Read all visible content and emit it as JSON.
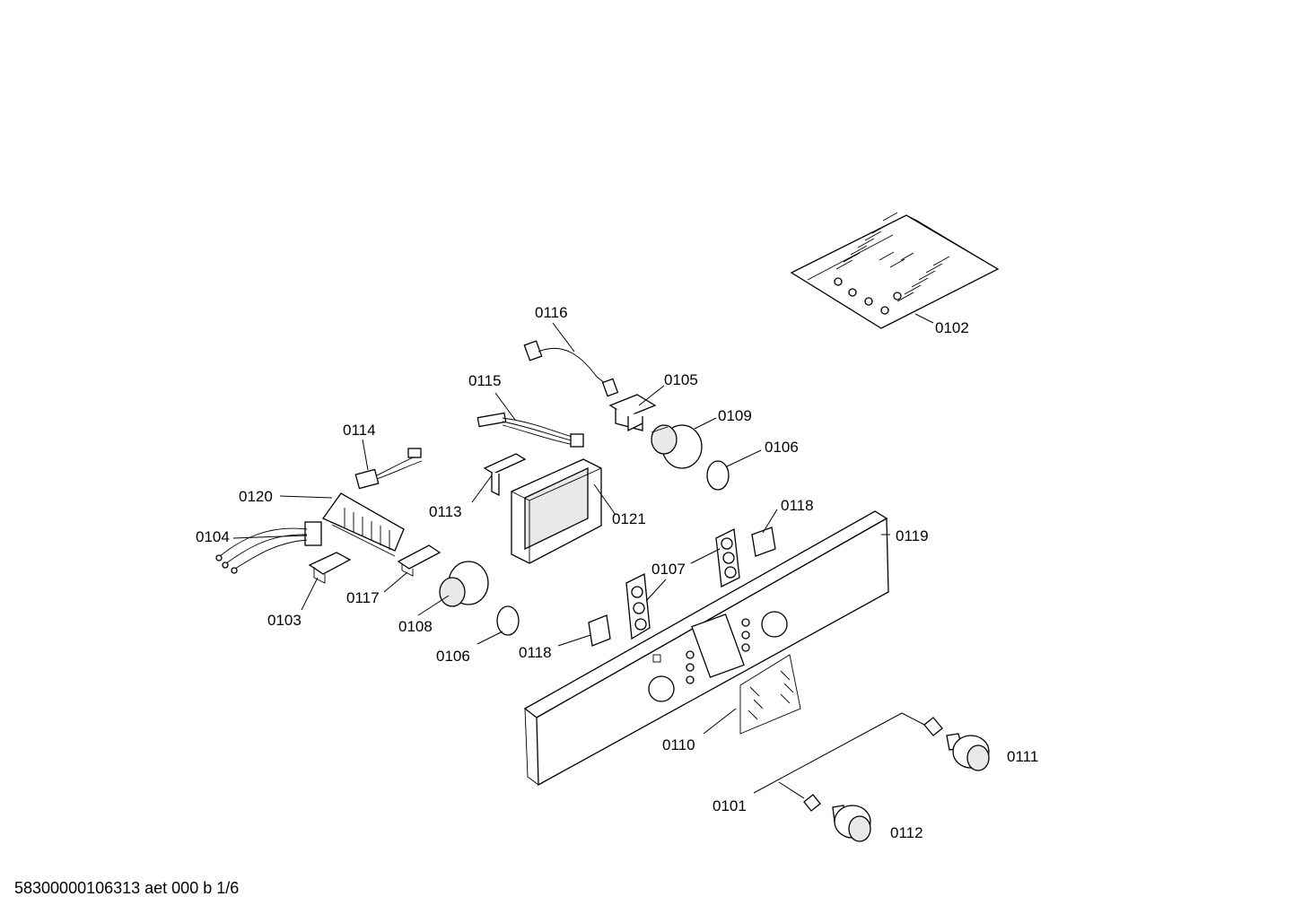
{
  "diagram": {
    "labels": {
      "p0101": "0101",
      "p0102": "0102",
      "p0103": "0103",
      "p0104": "0104",
      "p0105": "0105",
      "p0106a": "0106",
      "p0106b": "0106",
      "p0107": "0107",
      "p0108": "0108",
      "p0109": "0109",
      "p0110": "0110",
      "p0111": "0111",
      "p0112": "0112",
      "p0113": "0113",
      "p0114": "0114",
      "p0115": "0115",
      "p0116": "0116",
      "p0117": "0117",
      "p0118a": "0118",
      "p0118b": "0118",
      "p0119": "0119",
      "p0120": "0120",
      "p0121": "0121"
    },
    "footer": "58300000106313 aet 000 b 1/6"
  }
}
